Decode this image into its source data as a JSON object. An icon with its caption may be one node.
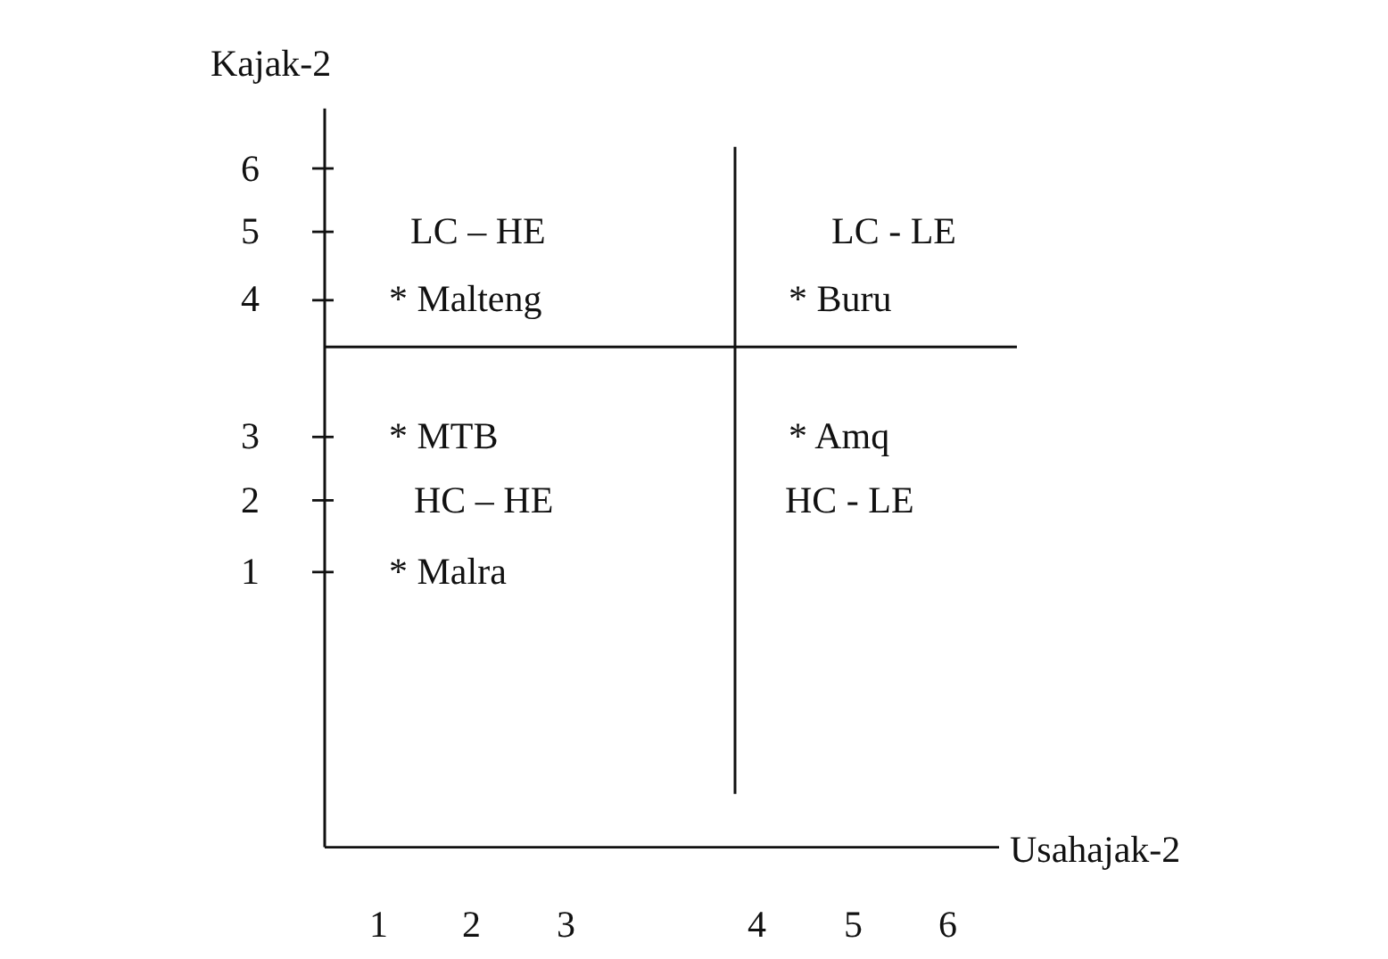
{
  "diagram": {
    "labels": [
      "Kajak-2",
      "6",
      "5",
      "LC – HE",
      "LC - LE",
      "4",
      "* Malteng",
      "* Buru",
      "3",
      "* MTB",
      "* Amq",
      "2",
      "HC – HE",
      "HC - LE",
      "1",
      "* Malra",
      "Usahajak-2",
      "1",
      "2",
      "3",
      "4",
      "5",
      "6"
    ]
  }
}
